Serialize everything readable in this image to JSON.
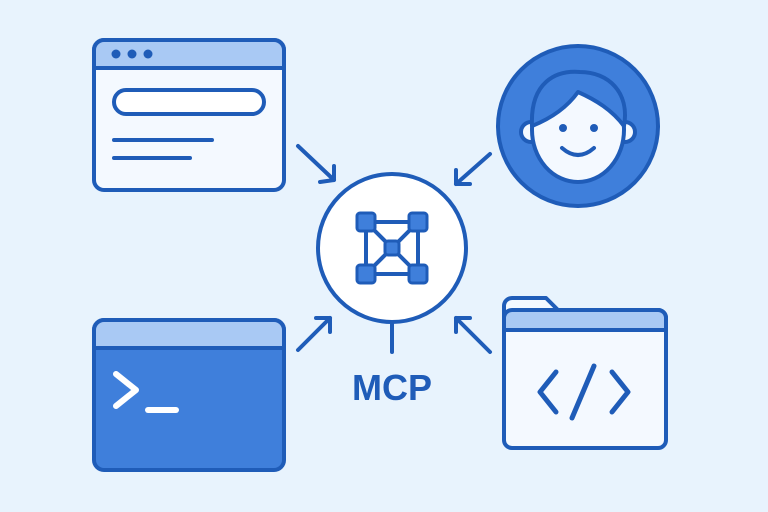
{
  "hub": {
    "label": "MCP",
    "icon": "network-nodes-icon"
  },
  "nodes": [
    {
      "id": "browser",
      "icon": "browser-window-icon"
    },
    {
      "id": "user",
      "icon": "user-avatar-icon"
    },
    {
      "id": "terminal",
      "icon": "terminal-icon",
      "prompt_glyph": ">_"
    },
    {
      "id": "code-folder",
      "icon": "code-folder-icon",
      "code_glyph": "</>"
    }
  ],
  "colors": {
    "background": "#e8f3fd",
    "primary": "#1f5cb8",
    "accent": "#3f7fdb",
    "light_fill": "#f4f9ff",
    "header_fill": "#a9c9f4",
    "avatar_bg": "#3f7fdb"
  }
}
